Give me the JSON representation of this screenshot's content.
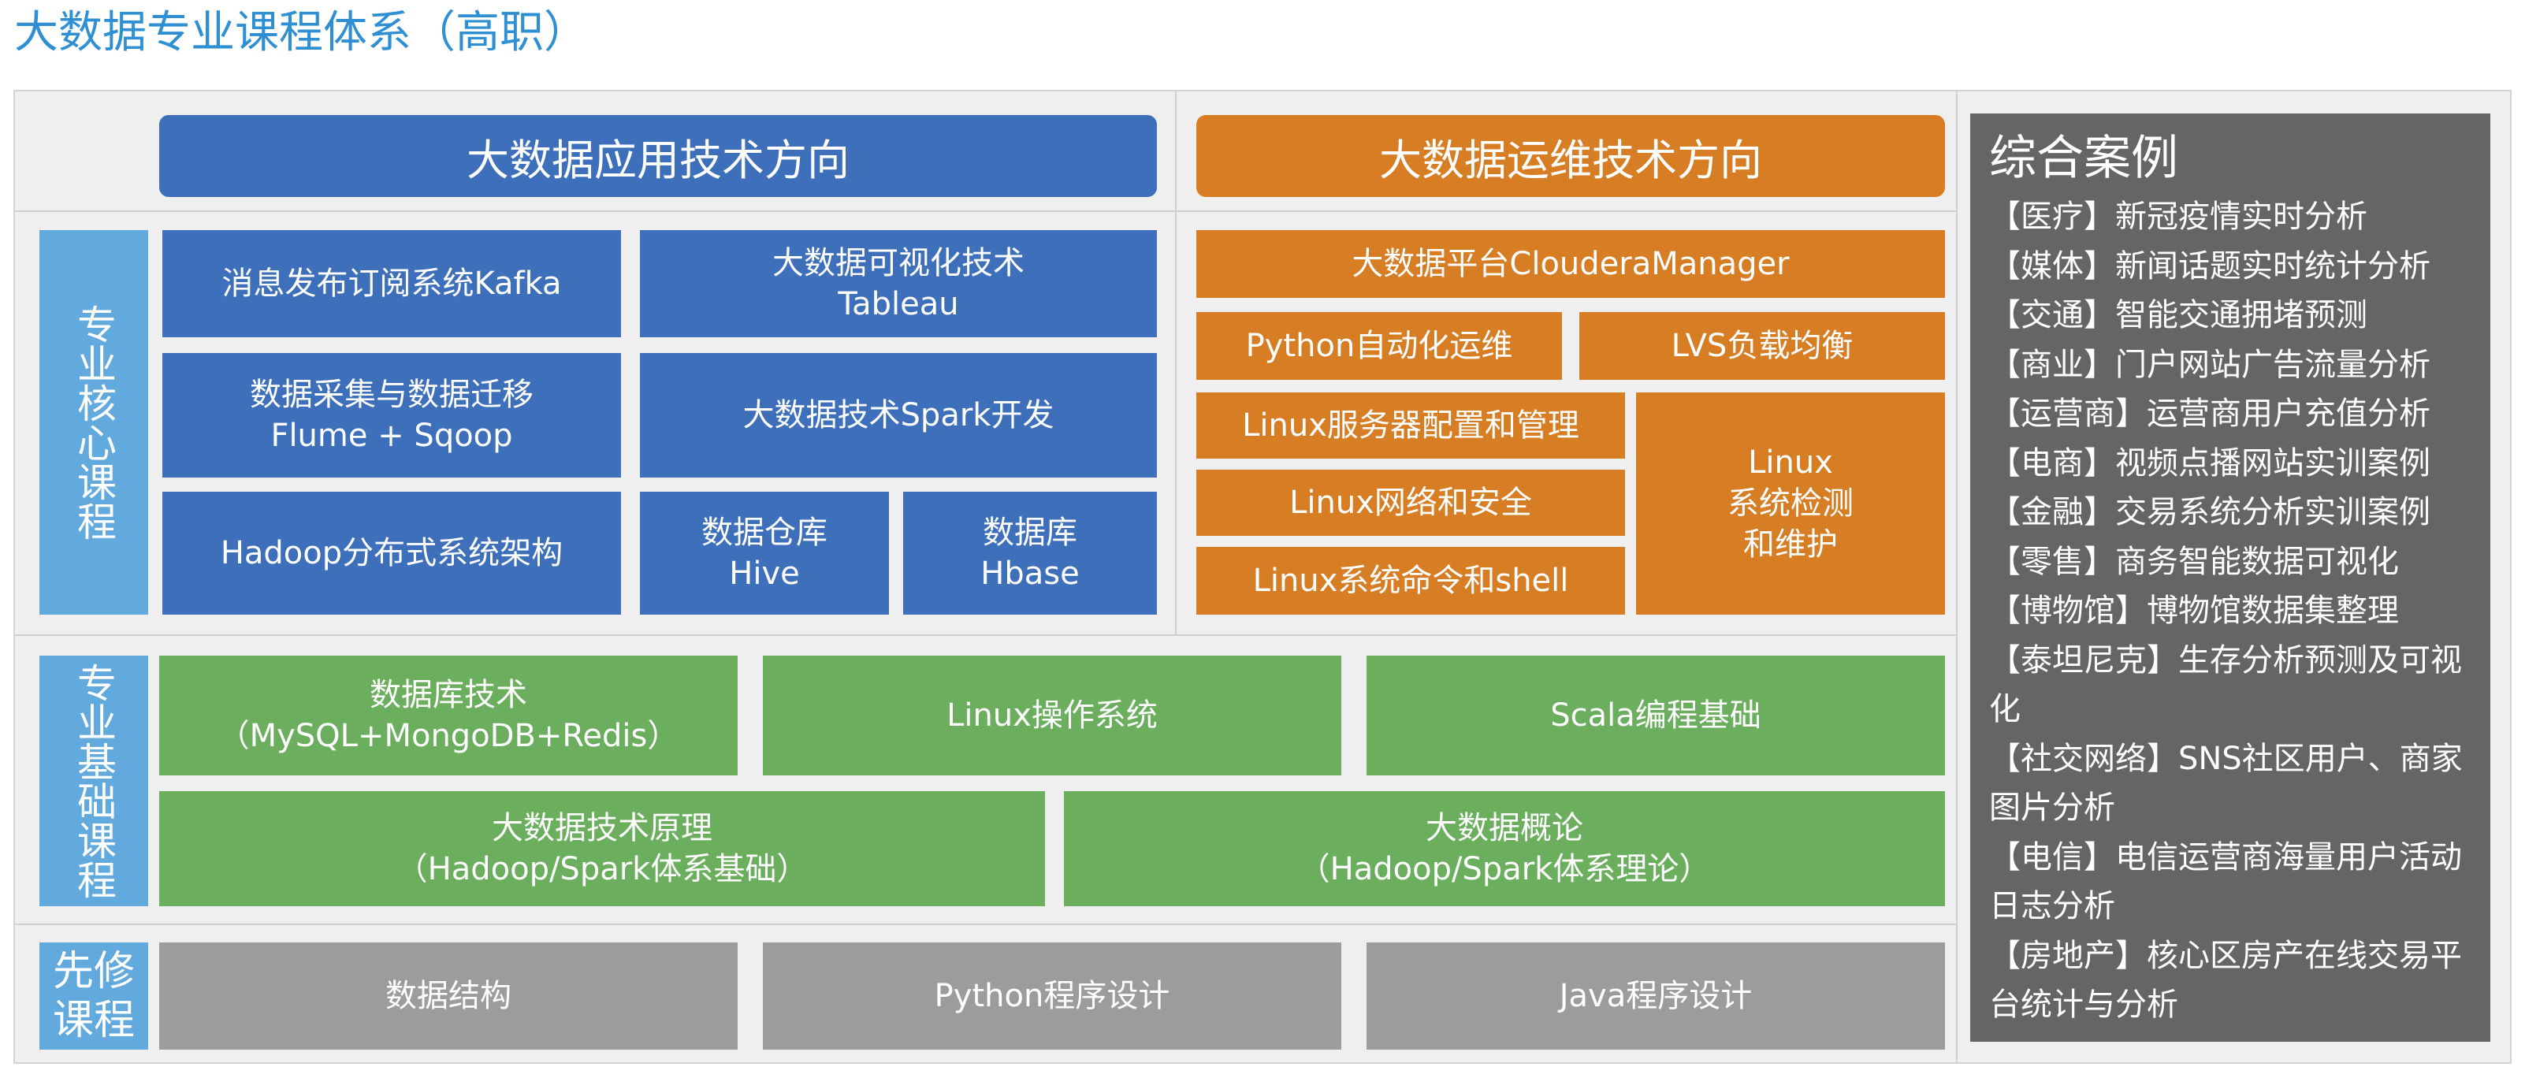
{
  "title": "大数据专业课程体系（高职）",
  "headers": {
    "app": "大数据应用技术方向",
    "ops": "大数据运维技术方向"
  },
  "sections": {
    "core": "专业核心课程",
    "basic": "专业基础课程",
    "prereq": "先修课程"
  },
  "core_app": {
    "kafka": "消息发布订阅系统Kafka",
    "viz_1": "大数据可视化技术",
    "viz_2": "Tableau",
    "collect_1": "数据采集与数据迁移",
    "collect_2": "Flume + Sqoop",
    "spark": "大数据技术Spark开发",
    "hadoop": "Hadoop分布式系统架构",
    "hive_1": "数据仓库",
    "hive_2": "Hive",
    "hbase_1": "数据库",
    "hbase_2": "Hbase"
  },
  "core_ops": {
    "cloudera": "大数据平台ClouderaManager",
    "python_ops": "Python自动化运维",
    "lvs": "LVS负载均衡",
    "linux_server": "Linux服务器配置和管理",
    "linux_net": "Linux网络和安全",
    "linux_shell": "Linux系统命令和shell",
    "linux_check_1": "Linux",
    "linux_check_2": "系统检测",
    "linux_check_3": "和维护"
  },
  "basic": {
    "db_1": "数据库技术",
    "db_2": "（MySQL+MongoDB+Redis）",
    "linux_os": "Linux操作系统",
    "scala": "Scala编程基础",
    "principle_1": "大数据技术原理",
    "principle_2": "（Hadoop/Spark体系基础）",
    "intro_1": "大数据概论",
    "intro_2": "（Hadoop/Spark体系理论）"
  },
  "prereq": {
    "ds": "数据结构",
    "python": "Python程序设计",
    "java": "Java程序设计"
  },
  "cases": {
    "title": "综合案例",
    "items": [
      "【医疗】新冠疫情实时分析",
      "【媒体】新闻话题实时统计分析",
      "【交通】智能交通拥堵预测",
      "【商业】门户网站广告流量分析",
      "【运营商】运营商用户充值分析",
      "【电商】视频点播网站实训案例",
      "【金融】交易系统分析实训案例",
      "【零售】商务智能数据可视化",
      "【博物馆】博物馆数据集整理",
      "【泰坦尼克】生存分析预测及可视化",
      "【社交网络】SNS社区用户、商家图片分析",
      "【电信】电信运营商海量用户活动日志分析",
      "【房地产】核心区房产在线交易平台统计与分析"
    ]
  },
  "colors": {
    "title": "#2f8fd3",
    "blue": "#3e6fbb",
    "orange": "#d77d24",
    "green": "#6aae5e",
    "gray": "#9b9c9e",
    "side": "#62a9de",
    "cases_bg": "#666565"
  }
}
